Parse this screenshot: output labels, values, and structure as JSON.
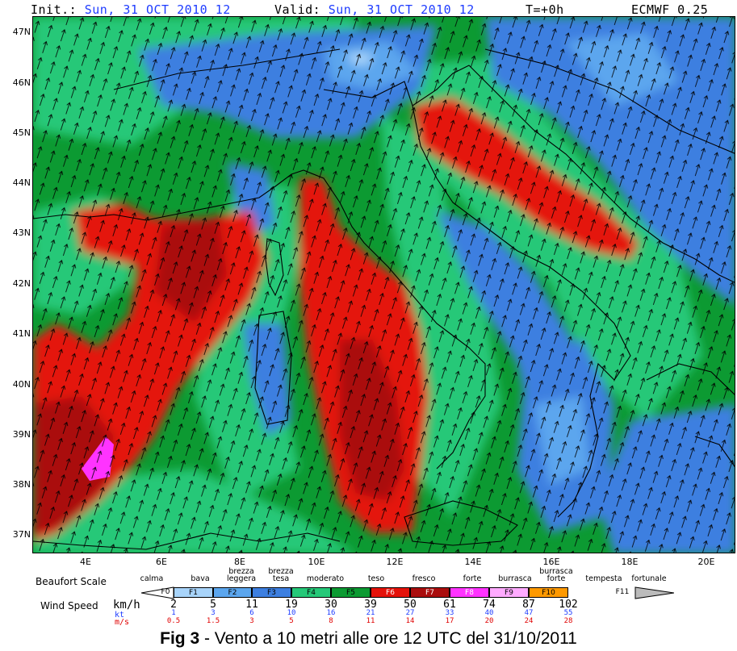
{
  "header": {
    "init_label": "Init.:",
    "init_value": "Sun, 31 OCT 2010   12",
    "valid_label": "Valid:",
    "valid_value": "Sun, 31 OCT 2010   12",
    "step": "T=+0h",
    "model": "ECMWF 0.25"
  },
  "map": {
    "lat_labels": [
      "47N",
      "46N",
      "45N",
      "44N",
      "43N",
      "42N",
      "41N",
      "40N",
      "39N",
      "38N",
      "37N"
    ],
    "lon_labels": [
      "4E",
      "6E",
      "8E",
      "10E",
      "12E",
      "14E",
      "16E",
      "18E",
      "20E"
    ],
    "colors": {
      "lightblue": "#a8d4fa",
      "blue": "#5ba6ee",
      "darkblue": "#3d7fe0",
      "mint": "#25c878",
      "green": "#0c9a32",
      "red": "#e4120a",
      "darkred": "#aa0e0e",
      "magenta": "#ff33ff"
    }
  },
  "legend": {
    "beaufort_title": "Beaufort Scale",
    "wind_speed_title": "Wind Speed",
    "unit_kmh": "km/h",
    "unit_kt": "kt",
    "unit_ms": "m/s",
    "names": [
      "calma",
      "bava",
      "brezza leggera",
      "brezza tesa",
      "moderato",
      "teso",
      "fresco",
      "forte",
      "burrasca",
      "burrasca forte",
      "tempesta",
      "fortunale"
    ],
    "forces": [
      "F0",
      "F1",
      "F2",
      "F3",
      "F4",
      "F5",
      "F6",
      "F7",
      "F8",
      "F9",
      "F10",
      "F11"
    ],
    "force_colors": [
      "#ffffff",
      "#a8d4fa",
      "#5ba6ee",
      "#3d7fe0",
      "#25c878",
      "#0c9a32",
      "#e4120a",
      "#aa0e0e",
      "#ff33ff",
      "#ffaaff",
      "#ff9900",
      "#bbbbbb"
    ],
    "kmh": [
      "2",
      "5",
      "11",
      "19",
      "30",
      "39",
      "50",
      "61",
      "74",
      "87",
      "102"
    ],
    "kt": [
      "1",
      "3",
      "6",
      "10",
      "16",
      "21",
      "27",
      "33",
      "40",
      "47",
      "55"
    ],
    "ms": [
      "0.5",
      "1.5",
      "3",
      "5",
      "8",
      "11",
      "14",
      "17",
      "20",
      "24",
      "28"
    ]
  },
  "caption": {
    "fig": "Fig 3",
    "text": " - Vento a 10 metri alle ore 12 UTC del 31/10/2011"
  }
}
